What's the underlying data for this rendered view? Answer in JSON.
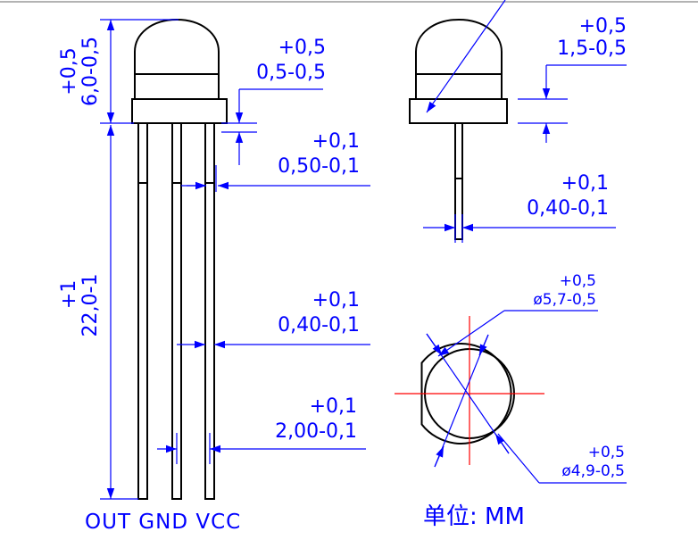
{
  "dimensions": {
    "dome_height": {
      "value": "6,0-0,5",
      "tolerance": "+0,5"
    },
    "flange_height": {
      "value": "0,5-0,5",
      "tolerance": "+0,5"
    },
    "lead_width": {
      "value": "0,50-0,1",
      "tolerance": "+0,1"
    },
    "lead_length": {
      "value": "22,0-1",
      "tolerance": "+1"
    },
    "lead_gap": {
      "value": "0,40-0,1",
      "tolerance": "+0,1"
    },
    "lead_pitch": {
      "value": "2,00-0,1",
      "tolerance": "+0,1"
    },
    "side_flange_height": {
      "value": "1,5-0,5",
      "tolerance": "+0,5"
    },
    "side_lead_thickness": {
      "value": "0,40-0,1",
      "tolerance": "+0,1"
    },
    "flange_diameter": {
      "value": "ø5,7-0,5",
      "tolerance": "+0,5"
    },
    "body_diameter": {
      "value": "ø4,9-0,5",
      "tolerance": "+0,5"
    }
  },
  "pin_labels": "OUT GND VCC",
  "unit_label": "单位: MM",
  "colors": {
    "outline": "#000000",
    "dimension": "#0000ff",
    "centerline": "#ff0000"
  }
}
